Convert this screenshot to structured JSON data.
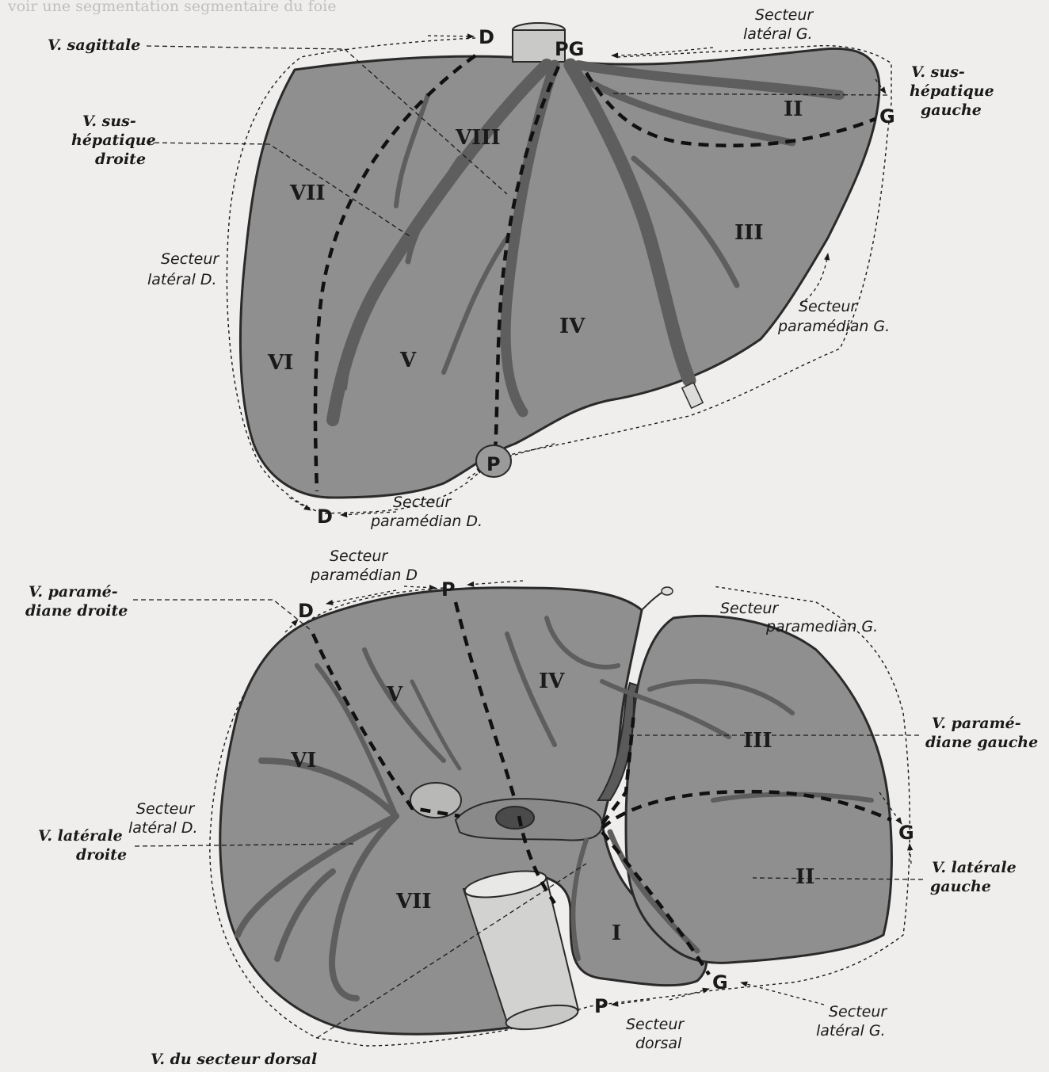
{
  "page": {
    "partial_header_text": "voir une segmentation segmentaire du foie"
  },
  "colors": {
    "liver_fill": "#8f8f8f",
    "liver_stroke": "#2a2a2a",
    "vein": "#5e5e5e",
    "background": "#efeeec"
  },
  "top_diagram": {
    "segments": [
      "VIII",
      "VII",
      "VI",
      "V",
      "IV",
      "III",
      "II"
    ],
    "letters": {
      "d_top": "D",
      "pg": "PG",
      "g_right": "G",
      "p_bottom": "P",
      "d_bottom": "D"
    },
    "labels": {
      "v_sagittale": "V. sagittale",
      "secteur_lateral_g_1": "Secteur",
      "secteur_lateral_g_2": "latéral G.",
      "v_sus_hep_gauche_1": "V. sus-",
      "v_sus_hep_gauche_2": "hépatique",
      "v_sus_hep_gauche_3": "gauche",
      "v_sus_hep_droite_1": "V. sus-",
      "v_sus_hep_droite_2": "hépatique",
      "v_sus_hep_droite_3": "droite",
      "secteur_lateral_d_1": "Secteur",
      "secteur_lateral_d_2": "latéral D.",
      "secteur_paramedian_g_1": "Secteur",
      "secteur_paramedian_g_2": "paramédian G.",
      "secteur_paramedian_d_1": "Secteur",
      "secteur_paramedian_d_2": "paramédian D."
    }
  },
  "bottom_diagram": {
    "segments": [
      "V",
      "IV",
      "VI",
      "III",
      "VII",
      "II",
      "I"
    ],
    "letters": {
      "d": "D",
      "p_top": "P",
      "g_right": "G",
      "g_bottom": "G",
      "p_bottom": "P"
    },
    "labels": {
      "secteur_paramedian_d_1": "Secteur",
      "secteur_paramedian_d_2": "paramédian D",
      "v_paramediane_droite_1": "V. paramé-",
      "v_paramediane_droite_2": "diane droite",
      "secteur_paramedian_g_1": "Secteur",
      "secteur_paramedian_g_2": "paramedian G.",
      "v_paramediane_gauche_1": "V. paramé-",
      "v_paramediane_gauche_2": "diane gauche",
      "secteur_lateral_d_1": "Secteur",
      "secteur_lateral_d_2": "latéral D.",
      "v_laterale_droite_1": "V. latérale",
      "v_laterale_droite_2": "droite",
      "v_laterale_gauche_1": "V. latérale",
      "v_laterale_gauche_2": "gauche",
      "secteur_dorsal_1": "Secteur",
      "secteur_dorsal_2": "dorsal",
      "secteur_lateral_g_1": "Secteur",
      "secteur_lateral_g_2": "latéral G.",
      "v_secteur_dorsal": "V. du secteur dorsal"
    }
  }
}
